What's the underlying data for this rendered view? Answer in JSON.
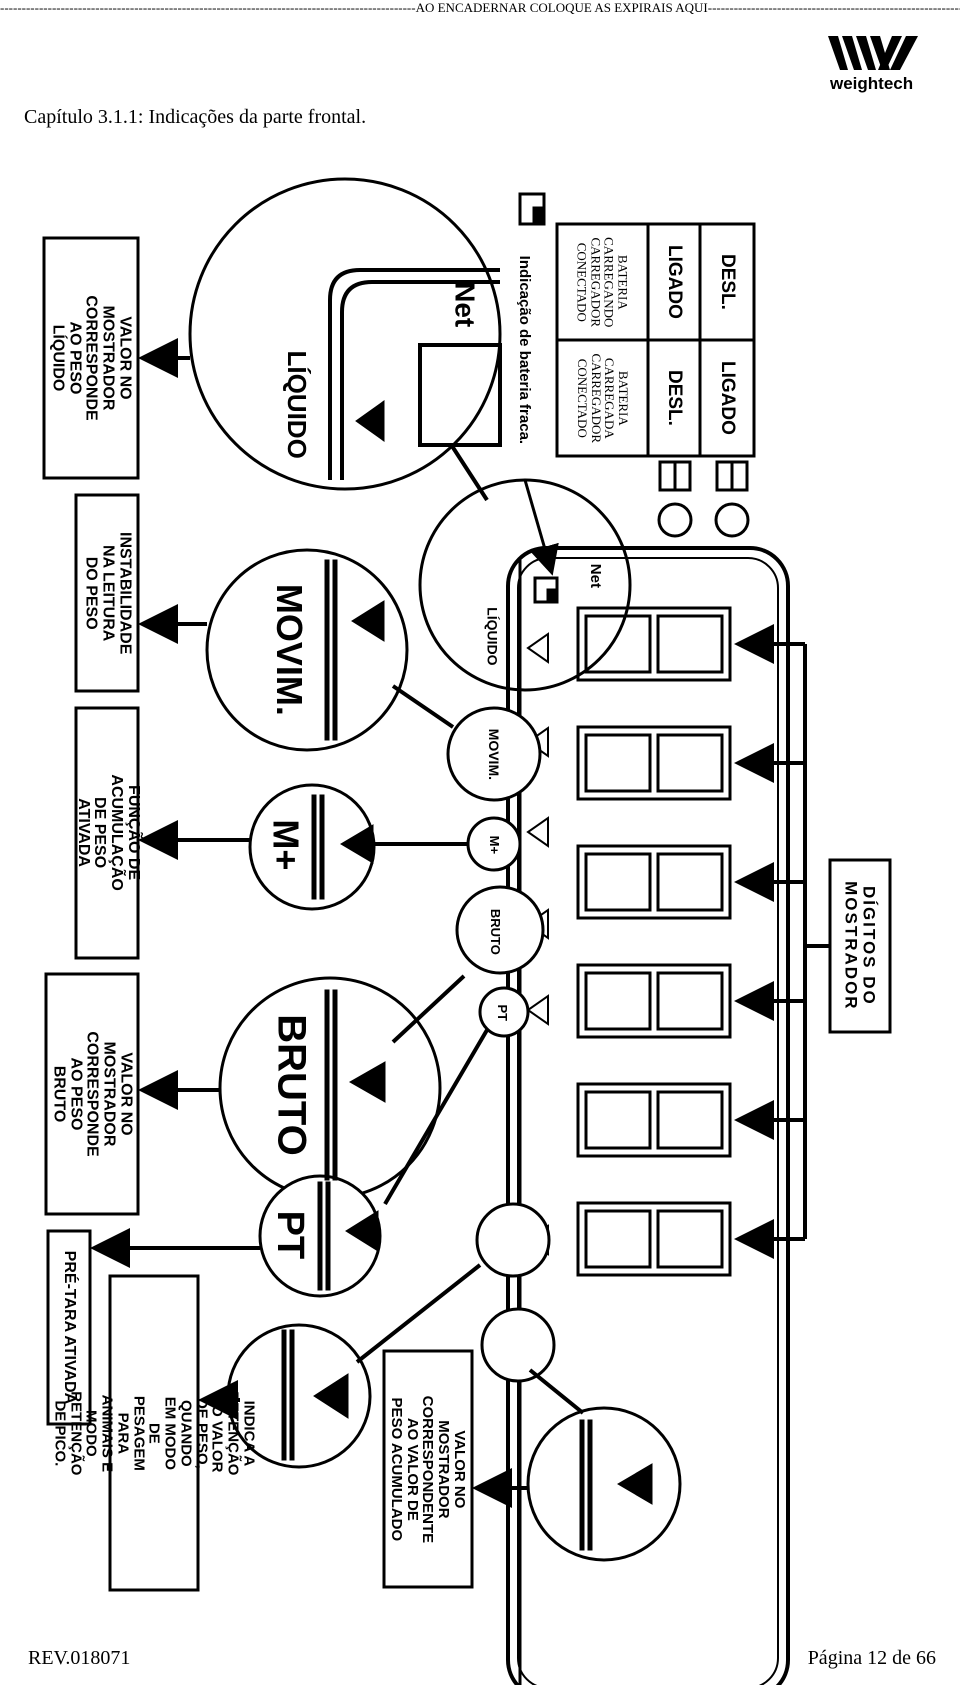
{
  "header": {
    "cut_instruction": "------------------------------------------------------------------------------------------------AO ENCADERNAR COLOQUE AS EXPIRAIS AQUI---------------------------------------------------------------------------------------------",
    "logo_text": "weightech"
  },
  "chapter_title": "Capítulo 3.1.1: Indicações da  parte frontal.",
  "battery_table": {
    "row1": [
      "DESL.",
      "LIGADO"
    ],
    "row2": [
      "LIGADO",
      "DESL."
    ],
    "row3": [
      "BATERIA CARREGANDO CARREGADOR CONECTADO",
      "BATERIA CARREGADA CARREGADOR CONECTADO"
    ],
    "row3_left_lines": [
      "BATERIA",
      "CARREGANDO",
      "CARREGADOR",
      "CONECTADO"
    ],
    "row3_right_lines": [
      "BATERIA",
      "CARREGADA",
      "CARREGADOR",
      "CONECTADO"
    ]
  },
  "low_battery_label": "Indicação de bateria fraca.",
  "display_digits_label": "DÍGITOS DO MOSTRADOR",
  "indicators": {
    "net": "Net",
    "liquido": "LÍQUIDO",
    "movim": "MOVIM.",
    "mplus": "M+",
    "bruto": "BRUTO",
    "pt": "PT"
  },
  "descriptions": {
    "liquido": "VALOR NO MOSTRADOR CORRESPONDE AO PESO LÍQUIDO",
    "movim": "INSTABILIDADE NA LEITURA DO PESO",
    "mplus": "FUNÇÃO DE ACUMULAÇÃO DE PESO ATIVADA",
    "bruto": "VALOR NO MOSTRADOR CORRESPONDE AO PESO BRUTO",
    "pt": "PRÉ-TARA ATIVADA",
    "retention": "INDICA A RETENÇÃO DO VALOR DE PESO, QUANDO EM MODO DE PESAGEM PARA ANIMAIS E MODO RETENÇÃO DE PICO.",
    "accumulated": "VALOR NO MOSTRADOR CORRESPONDENTE AO VALOR DE PESO ACUMULADO"
  },
  "footer": {
    "revision": "REV.018071",
    "page": "Página 12 de 66"
  }
}
